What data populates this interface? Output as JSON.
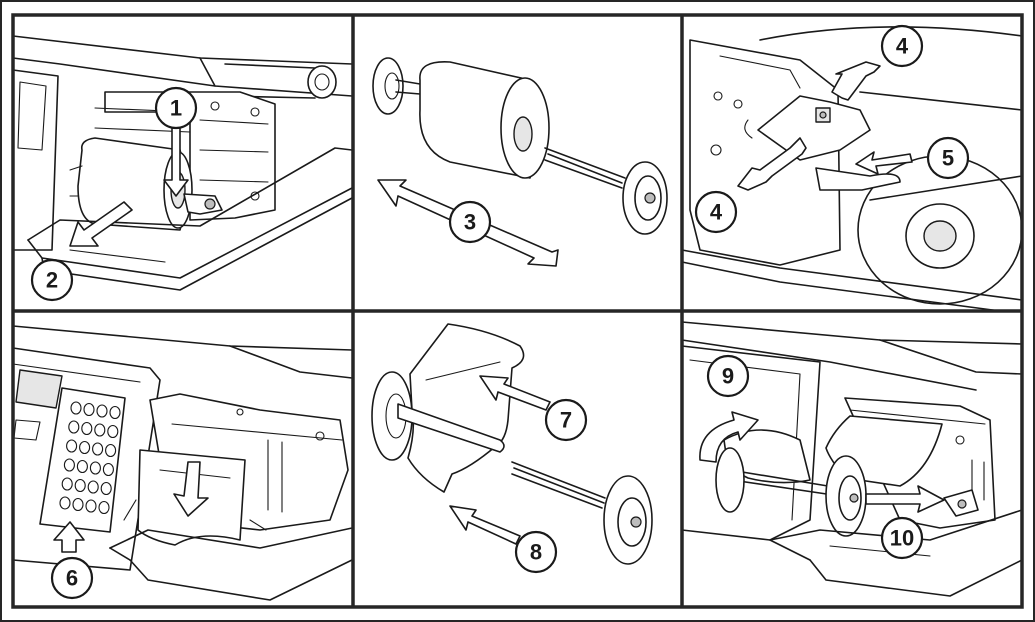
{
  "figure": {
    "panels": [
      {
        "id": "panel-1",
        "callouts": [
          "1",
          "2"
        ]
      },
      {
        "id": "panel-2",
        "callouts": [
          "3"
        ]
      },
      {
        "id": "panel-3",
        "callouts": [
          "4",
          "5",
          "4"
        ]
      },
      {
        "id": "panel-4",
        "callouts": [
          "6"
        ]
      },
      {
        "id": "panel-5",
        "callouts": [
          "7",
          "8"
        ]
      },
      {
        "id": "panel-6",
        "callouts": [
          "9",
          "10"
        ]
      }
    ],
    "colors": {
      "line": "#1a1a1a",
      "frame": "#262626",
      "paper": "#ffffff",
      "shade": "#e6e6e6"
    }
  }
}
